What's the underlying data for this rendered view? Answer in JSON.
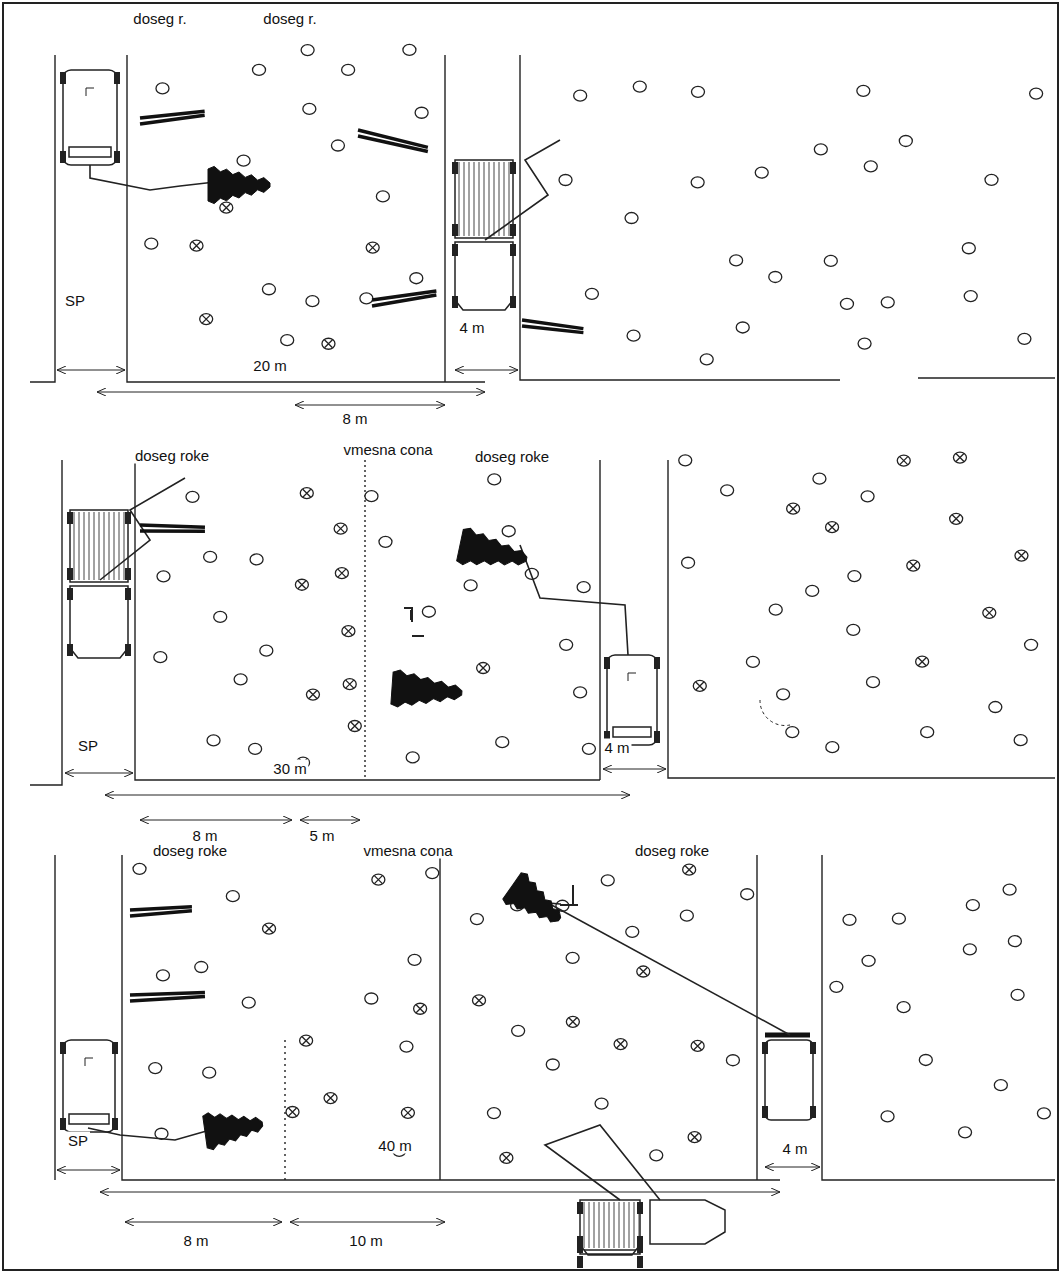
{
  "diagram": {
    "labels": [
      "doseg r.",
      "doseg r.",
      "SP",
      "20 m",
      "8 m",
      "4 m",
      "doseg roke",
      "vmesna cona",
      "doseg roke",
      "SP",
      "30 m",
      "8 m",
      "5 m",
      "4 m",
      "doseg roke",
      "vmesna cona",
      "doseg roke",
      "SP",
      "40 m",
      "8 m",
      "10 m",
      "4 m"
    ]
  }
}
